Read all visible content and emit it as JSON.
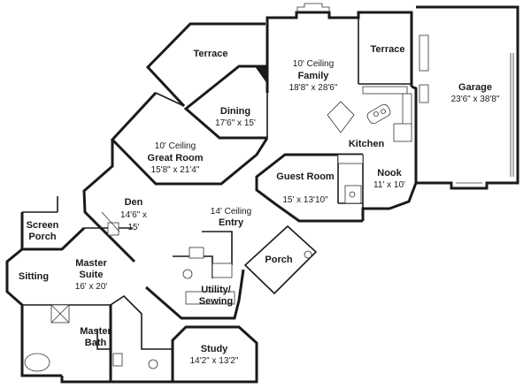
{
  "rooms": {
    "terrace_left": {
      "name": "Terrace"
    },
    "family": {
      "ceiling": "10' Ceiling",
      "name": "Family",
      "dims": "18'8\" x 28'6\""
    },
    "terrace_right": {
      "name": "Terrace"
    },
    "garage": {
      "name": "Garage",
      "dims": "23'6\" x 38'8\""
    },
    "dining": {
      "name": "Dining",
      "dims": "17'6\" x 15'"
    },
    "kitchen": {
      "name": "Kitchen"
    },
    "great_room": {
      "ceiling": "10' Ceiling",
      "name": "Great Room",
      "dims": "15'8\" x 21'4\""
    },
    "nook": {
      "name": "Nook",
      "dims": "11' x 10'"
    },
    "guest_room": {
      "name": "Guest Room",
      "dims": "15' x 13'10\""
    },
    "den": {
      "name": "Den",
      "dims_line1": "14'6\" x",
      "dims_line2": "15'"
    },
    "entry": {
      "ceiling": "14' Ceiling",
      "name": "Entry"
    },
    "screen_porch": {
      "line1": "Screen",
      "line2": "Porch"
    },
    "porch": {
      "name": "Porch"
    },
    "master_suite": {
      "line1": "Master",
      "line2": "Suite",
      "dims": "16' x 20'"
    },
    "sitting": {
      "name": "Sitting"
    },
    "utility": {
      "line1": "Utility/",
      "line2": "Sewing"
    },
    "master_bath": {
      "line1": "Master",
      "line2": "Bath"
    },
    "study": {
      "name": "Study",
      "dims": "14'2\" x 13'2\""
    }
  }
}
